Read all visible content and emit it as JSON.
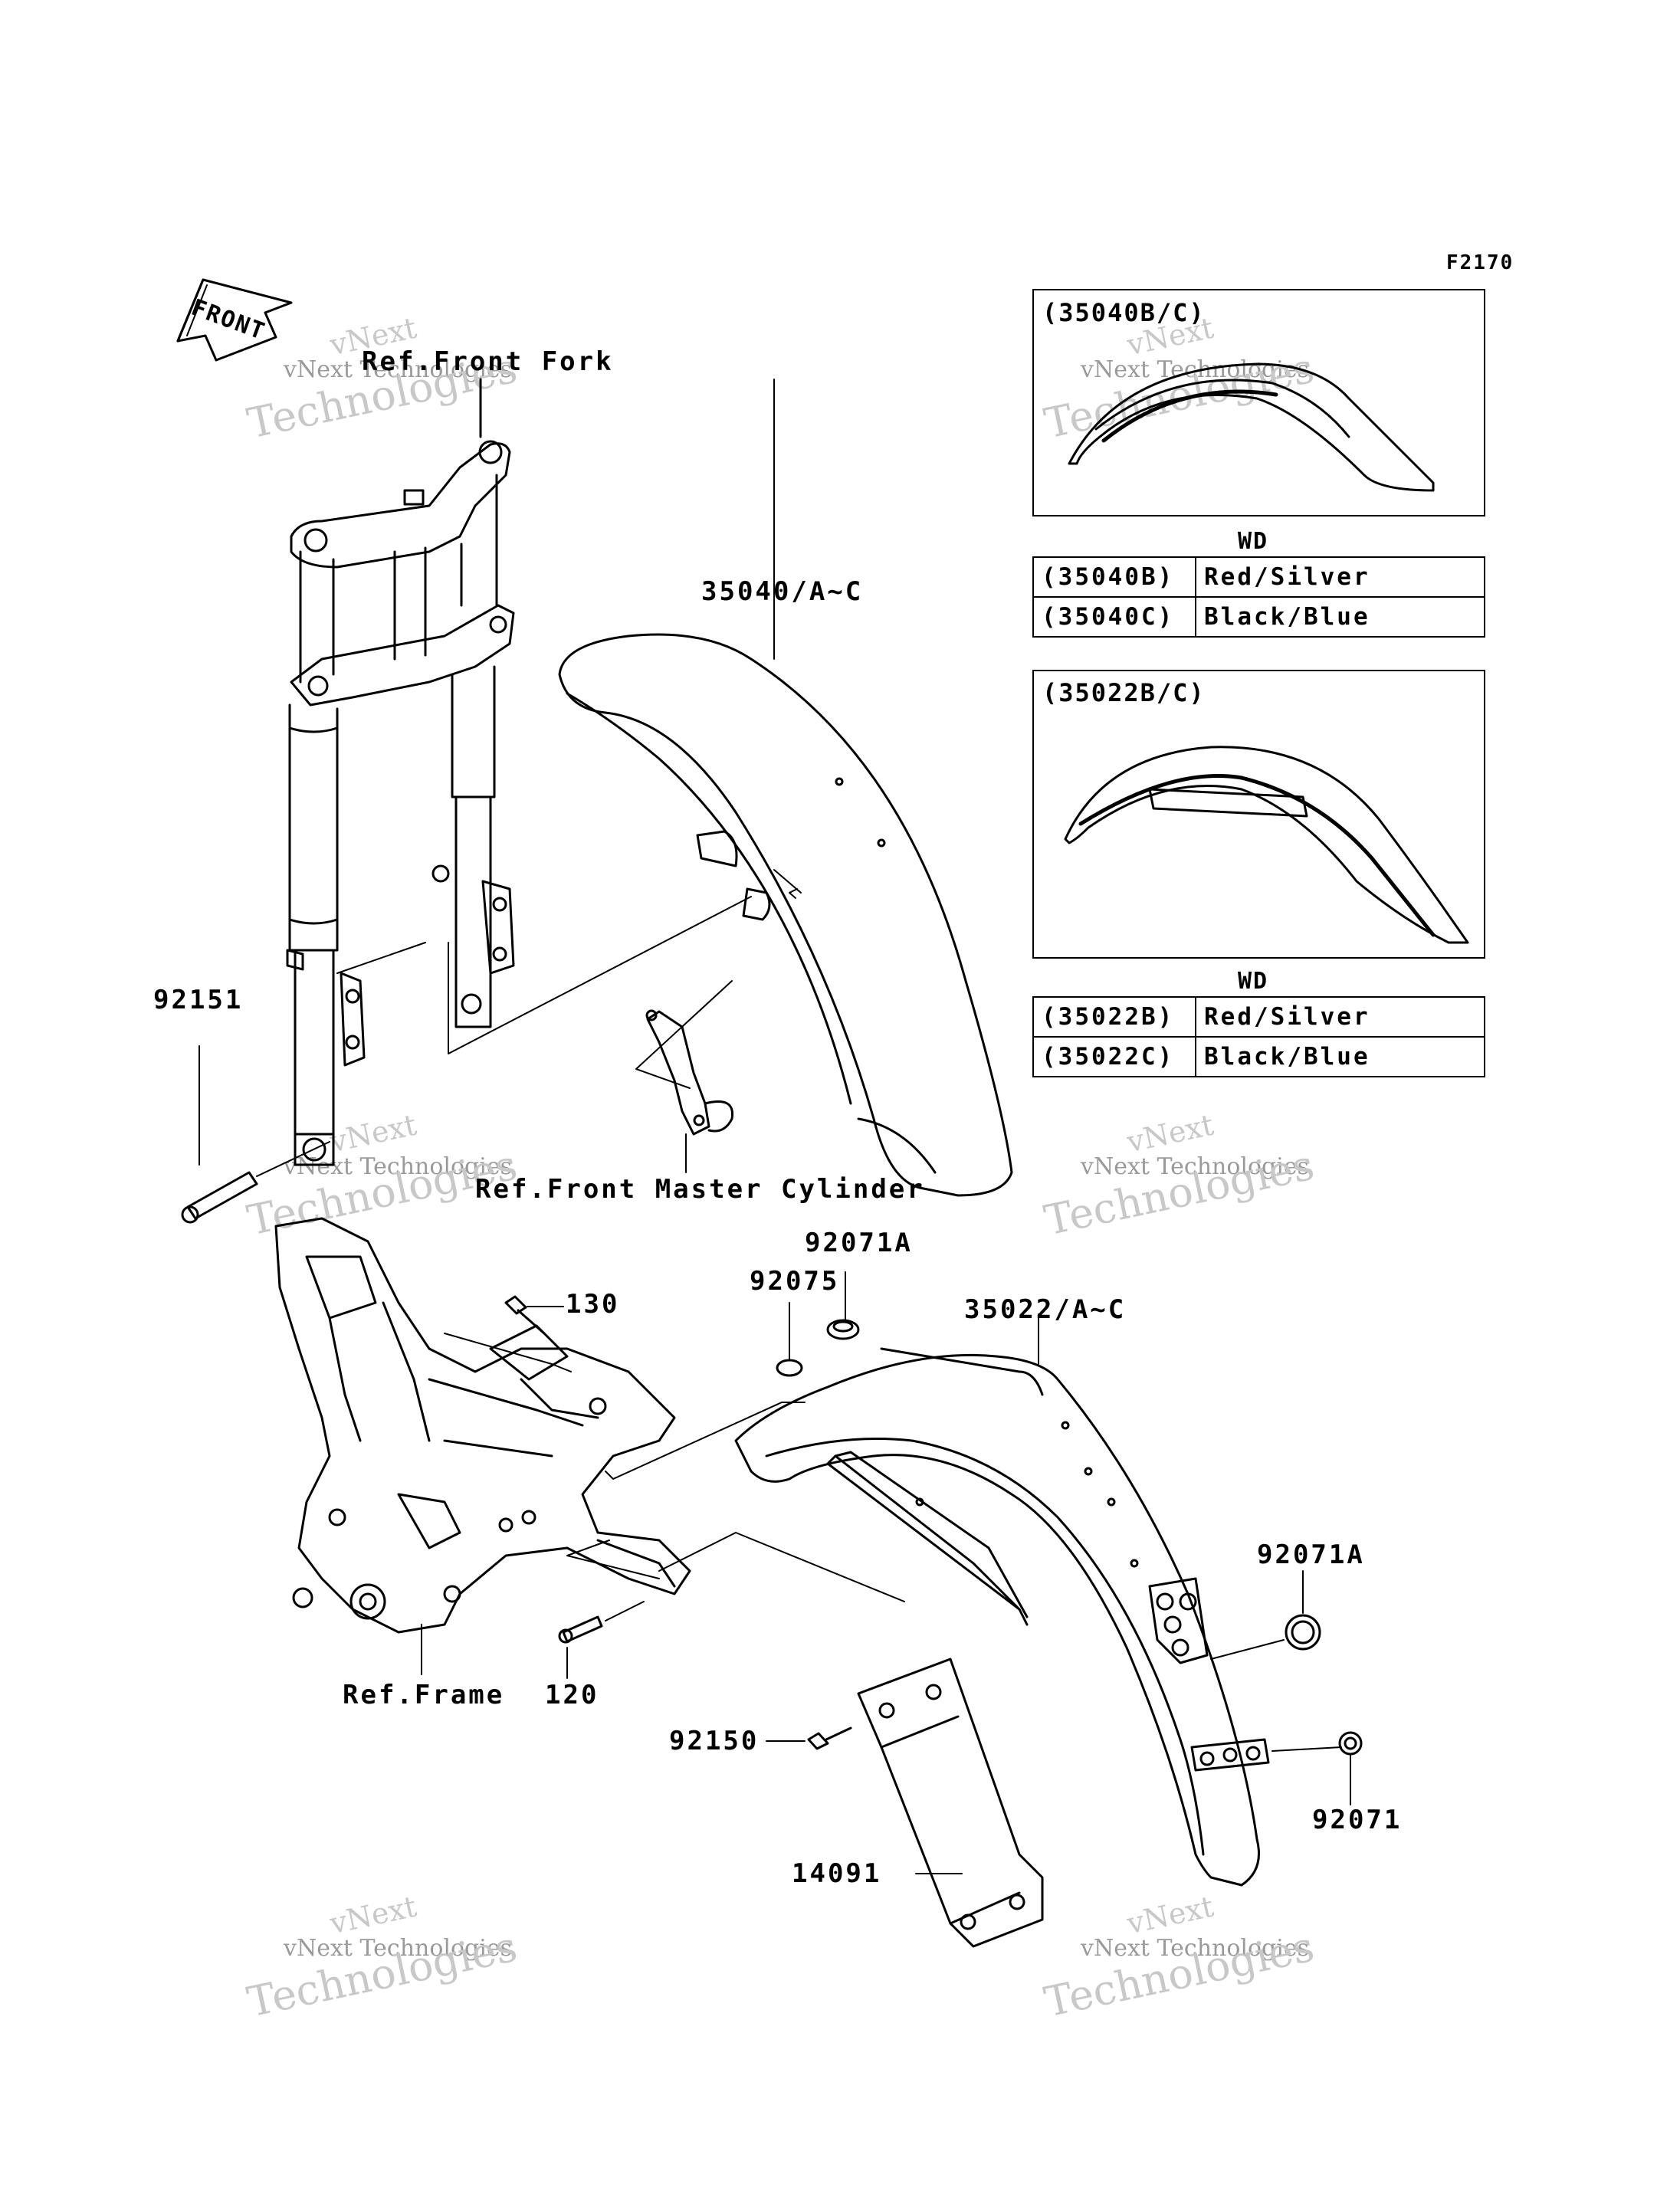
{
  "figure_code": "F2170",
  "front_arrow": "FRONT",
  "refs": {
    "front_fork": "Ref.Front Fork",
    "front_master_cylinder": "Ref.Front Master Cylinder",
    "frame": "Ref.Frame"
  },
  "part_labels": {
    "p35040": "35040/A~C",
    "p92151": "92151",
    "p92071A_top": "92071A",
    "p92075": "92075",
    "p130": "130",
    "p35022": "35022/A~C",
    "p92071A_side": "92071A",
    "p120": "120",
    "p92150": "92150",
    "p92071": "92071",
    "p14091": "14091"
  },
  "boxes": {
    "front_fender": {
      "title": "(35040B/C)",
      "wd_label": "WD",
      "rows": [
        {
          "code": "(35040B)",
          "color": "Red/Silver"
        },
        {
          "code": "(35040C)",
          "color": "Black/Blue"
        }
      ]
    },
    "rear_fender": {
      "title": "(35022B/C)",
      "wd_label": "WD",
      "rows": [
        {
          "code": "(35022B)",
          "color": "Red/Silver"
        },
        {
          "code": "(35022C)",
          "color": "Black/Blue"
        }
      ]
    }
  },
  "watermark": {
    "line1": "vNext",
    "line2": "vNext Technologies",
    "line3": "Technologies"
  }
}
